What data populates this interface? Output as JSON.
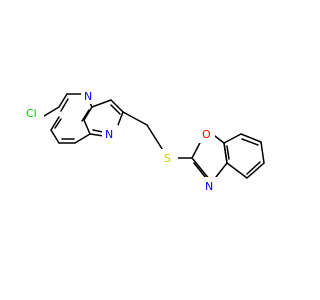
{
  "atoms": {
    "cl": {
      "label": "Cl",
      "color": "#00cc00"
    },
    "n_bridge": {
      "label": "N",
      "color": "#0000ff"
    },
    "n_imidazole": {
      "label": "N",
      "color": "#0000ff"
    },
    "s": {
      "label": "S",
      "color": "#cccc00"
    },
    "o": {
      "label": "O",
      "color": "#ff0000"
    },
    "n_oxazole": {
      "label": "N",
      "color": "#0000ff"
    }
  }
}
